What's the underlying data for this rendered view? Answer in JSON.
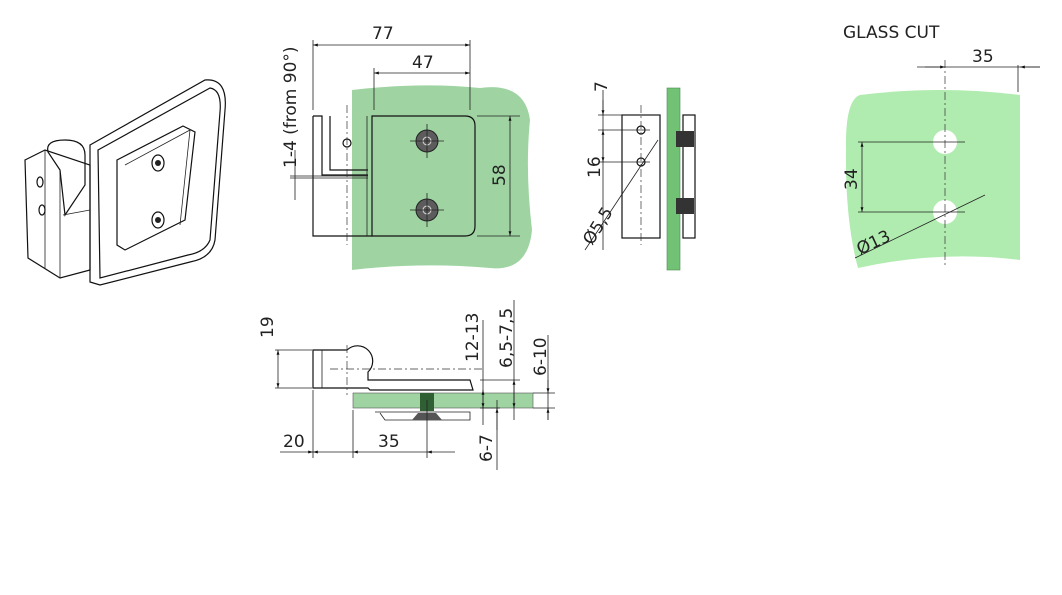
{
  "front_view": {
    "dim_width_total": "77",
    "dim_width_plate": "47",
    "dim_height": "58",
    "dim_adjust": "1-4 (from 90°)"
  },
  "side_view": {
    "dim_top": "7",
    "dim_hole_spacing": "16",
    "dim_hole_diameter": "Ø5,5"
  },
  "glass_cut": {
    "title": "GLASS CUT",
    "dim_edge": "35",
    "dim_spacing": "34",
    "dim_hole_diameter": "Ø13"
  },
  "bottom_view": {
    "dim_height": "19",
    "dim_offset": "20",
    "dim_axis": "35",
    "dim_thickness_a": "12-13",
    "dim_thickness_b": "6,5-7,5",
    "dim_glass": "6-10",
    "dim_thickness_c": "6-7"
  },
  "colors": {
    "glass_front": "#9fd4a2",
    "glass_cut": "#b0ecb0",
    "glass_side": "#72c276",
    "bolt": "#5c5c5c"
  }
}
